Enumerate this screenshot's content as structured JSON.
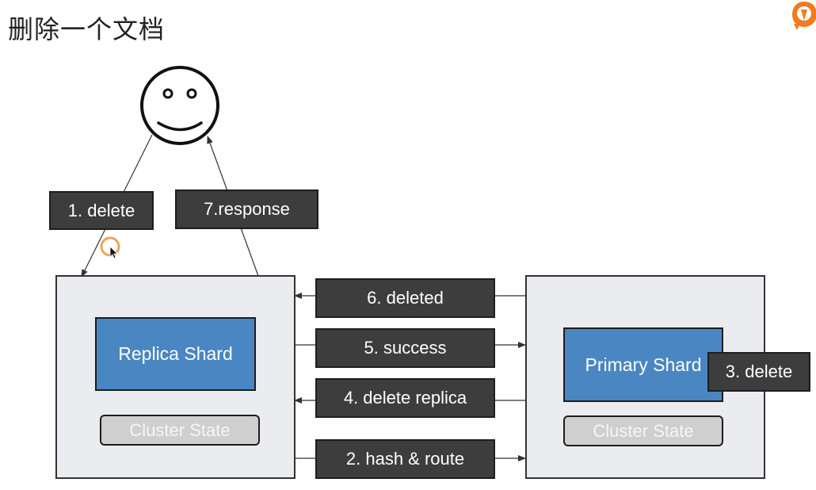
{
  "title": "删除一个文档",
  "steps": {
    "step1": "1. delete",
    "step2": "2. hash & route",
    "step3": "3. delete",
    "step4": "4. delete replica",
    "step5": "5. success",
    "step6": "6. deleted",
    "step7": "7.response"
  },
  "nodes": {
    "left": {
      "shard": "Replica Shard",
      "state": "Cluster State"
    },
    "right": {
      "shard": "Primary Shard",
      "state": "Cluster State"
    }
  },
  "icons": [
    "smiley-face-icon",
    "star-icon",
    "logo-icon",
    "cursor-icon"
  ],
  "colors": {
    "label_bg": "#3d3d3d",
    "shard_blue": "#4a86c1",
    "node_bg": "#eaecf0",
    "state_bg": "#cfcfcf"
  }
}
